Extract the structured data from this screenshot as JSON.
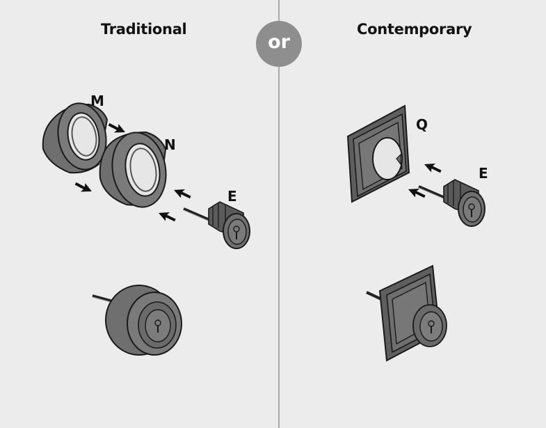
{
  "headings": {
    "traditional": "Traditional",
    "contemporary": "Contemporary"
  },
  "separator": {
    "or_label": "or"
  },
  "callouts": {
    "M": "M",
    "N": "N",
    "E_left": "E",
    "Q": "Q",
    "E_right": "E"
  },
  "colors": {
    "background": "#ececec",
    "divider": "#a9a9a9",
    "badge": "#8e8e8e",
    "part_fill": "#6f6f6f",
    "part_dark": "#3e3e3e",
    "outline": "#1a1a1a"
  }
}
